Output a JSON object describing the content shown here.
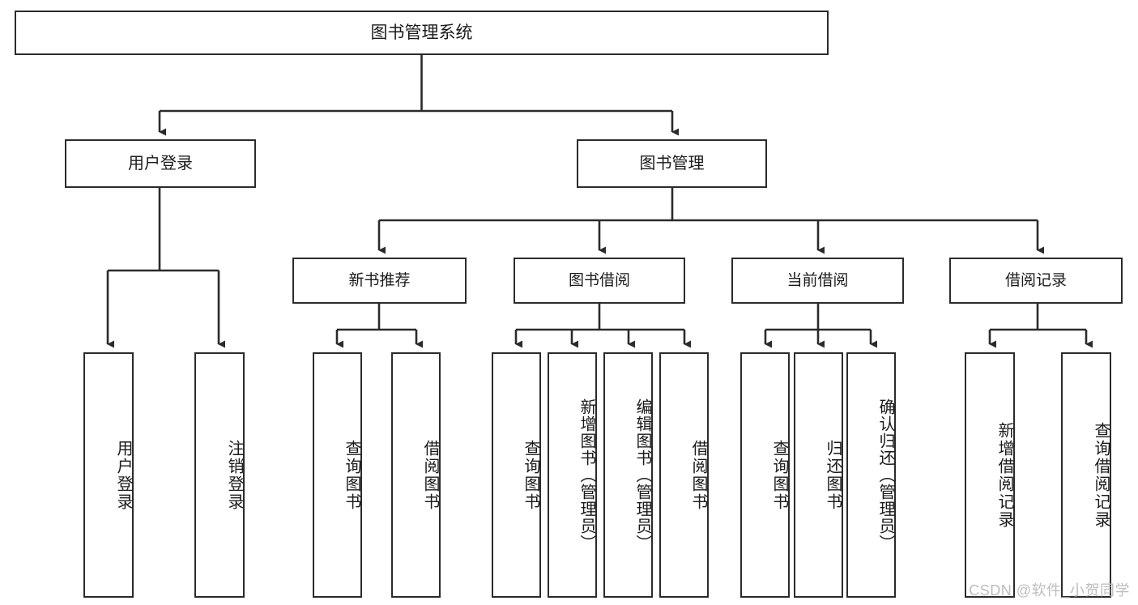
{
  "diagram": {
    "title": "图书管理系统",
    "type": "functional-structure-tree",
    "root": {
      "label": "图书管理系统"
    },
    "level2": [
      {
        "id": "user-login",
        "label": "用户登录"
      },
      {
        "id": "book-management",
        "label": "图书管理"
      }
    ],
    "level3": [
      {
        "id": "new-book-recommend",
        "label": "新书推荐"
      },
      {
        "id": "book-borrow",
        "label": "图书借阅"
      },
      {
        "id": "current-borrow",
        "label": "当前借阅"
      },
      {
        "id": "borrow-record",
        "label": "借阅记录"
      }
    ],
    "leaves": {
      "user_login": [
        {
          "id": "leaf-user-login",
          "label": "用户登录"
        },
        {
          "id": "leaf-user-logout",
          "label": "注销登录"
        }
      ],
      "new_book_recommend": [
        {
          "id": "leaf-query-book-1",
          "label": "查询图书"
        },
        {
          "id": "leaf-borrow-book-1",
          "label": "借阅图书"
        }
      ],
      "book_borrow": [
        {
          "id": "leaf-query-book-2",
          "label": "查询图书"
        },
        {
          "id": "leaf-add-book",
          "label": "新增图书（管理员）"
        },
        {
          "id": "leaf-edit-book",
          "label": "编辑图书（管理员）"
        },
        {
          "id": "leaf-borrow-book-2",
          "label": "借阅图书"
        }
      ],
      "current_borrow": [
        {
          "id": "leaf-query-book-3",
          "label": "查询图书"
        },
        {
          "id": "leaf-return-book",
          "label": "归还图书"
        },
        {
          "id": "leaf-confirm-return",
          "label": "确认归还（管理员）"
        }
      ],
      "borrow_record": [
        {
          "id": "leaf-add-record",
          "label": "新增借阅记录"
        },
        {
          "id": "leaf-query-record",
          "label": "查询借阅记录"
        }
      ]
    }
  },
  "watermark": {
    "text": "CSDN @软件_小贺同学"
  },
  "colors": {
    "stroke": "#2b2b2b",
    "background": "#ffffff",
    "text": "#1a1a1a",
    "watermark": "#bdbdbd"
  }
}
